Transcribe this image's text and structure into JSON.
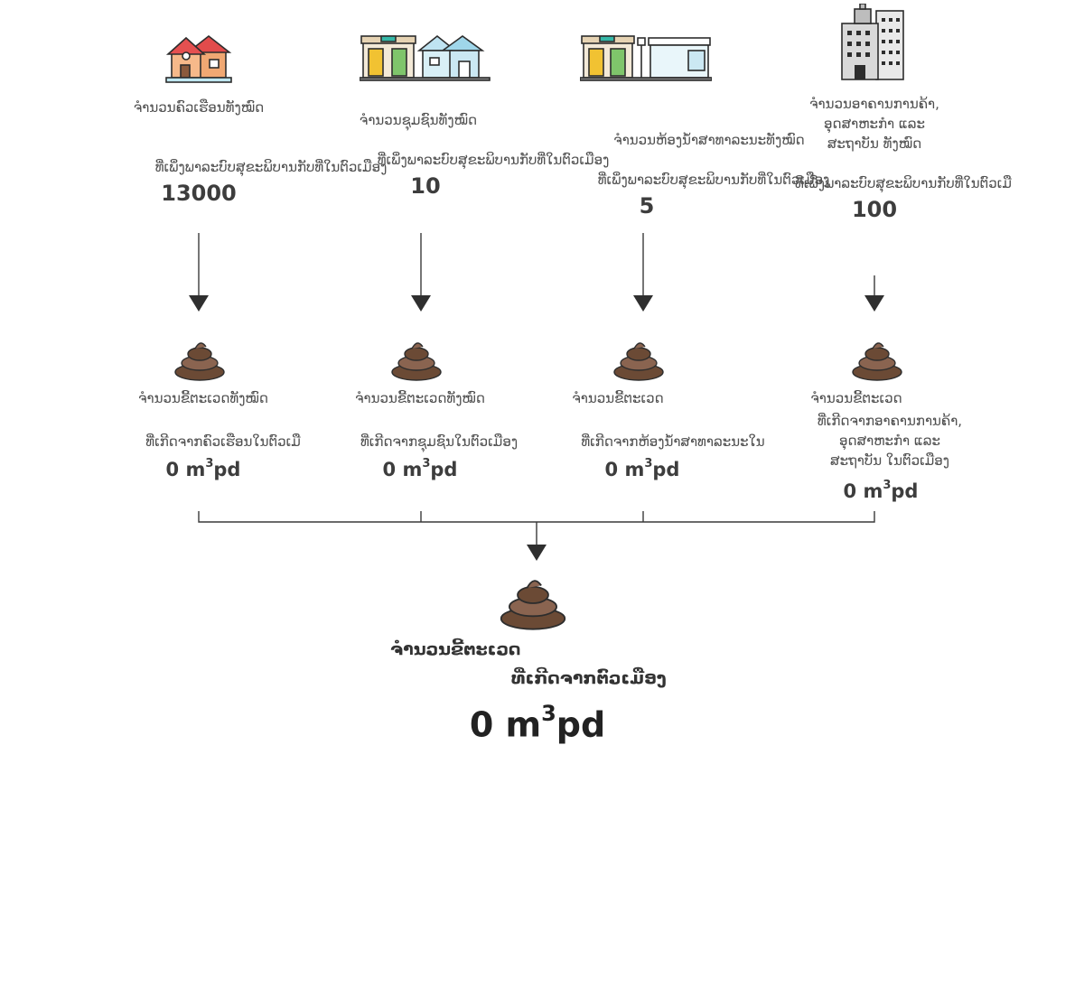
{
  "colors": {
    "line": "#3a3a3a",
    "poop_dark": "#6b4a35",
    "poop_light": "#8a6450",
    "outline": "#2d2d2d"
  },
  "sources": [
    {
      "icon": "houses-icon",
      "title": "ຈຳນວນຄົວເຮືອນທັງໝົດ",
      "subtitle": "ທີ່ເພິ່ງພາລະບົບສຸຂະພິບານກັບທີ່ໃນຕົວເມືອງ",
      "count": "13000"
    },
    {
      "icon": "community-buildings-icon",
      "title": "ຈຳນວນຊຸມຊົນທັງໝົດ",
      "subtitle": "ທີ່ເພິ່ງພາລະບົບສຸຂະພິບານກັບທີ່ໃນຕົວເມືອງ",
      "count": "10"
    },
    {
      "icon": "public-toilet-icon",
      "title": "ຈຳນວນຫ້ອງນ້ຳສາທາລະນະທັງໝົດ",
      "subtitle": "ທີ່ເພິ່ງພາລະບົບສຸຂະພິບານກັບທີ່ໃນຕົວເມືອງ",
      "count": "5"
    },
    {
      "icon": "office-buildings-icon",
      "title": "ຈຳນວນອາຄານການຄ້າ,\nອຸດສາຫະກຳ ແລະ\nສະຖາບັນ ທັງໝົດ",
      "subtitle": "ທີ່ເພິ່ງພາລະບົບສຸຂະພິບານກັບທີ່ໃນຕົວເມືອງ",
      "count": "100"
    }
  ],
  "flows": [
    {
      "title": "ຈຳນວນຂີ້ຕະເວດທັງໝົດ",
      "subtitle": "ທີ່ເກີດຈາກຄົວເຮືອນໃນຕົວເມື",
      "value": "0 m",
      "unit_sup": "3",
      "unit_rest": "pd"
    },
    {
      "title": "ຈຳນວນຂີ້ຕະເວດທັງໝົດ",
      "subtitle": "ທີ່ເກີດຈາກຊຸມຊົນໃນຕົວເມືອງ",
      "value": "0 m",
      "unit_sup": "3",
      "unit_rest": "pd"
    },
    {
      "title": "ຈຳນວນຂີ້ຕະເວດ",
      "subtitle": "ທີ່ເກີດຈາກຫ້ອງນ້ຳສາທາລະນະໃນ",
      "value": "0 m",
      "unit_sup": "3",
      "unit_rest": "pd"
    },
    {
      "title": "ຈຳນວນຂີ້ຕະເວດ",
      "subtitle": "ທີ່ເກີດຈາກອາຄານການຄ້າ,\nອຸດສາຫະກຳ ແລະ\nສະຖາບັນ ໃນຕົວເມືອງ",
      "value": "0 m",
      "unit_sup": "3",
      "unit_rest": "pd"
    }
  ],
  "total": {
    "title": "ຈຳນວນຂີ້ຕະເວດ",
    "subtitle": "ທີ່ເກີດຈາກຕົວເມືອງ",
    "value": "0 m",
    "unit_sup": "3",
    "unit_rest": "pd"
  }
}
